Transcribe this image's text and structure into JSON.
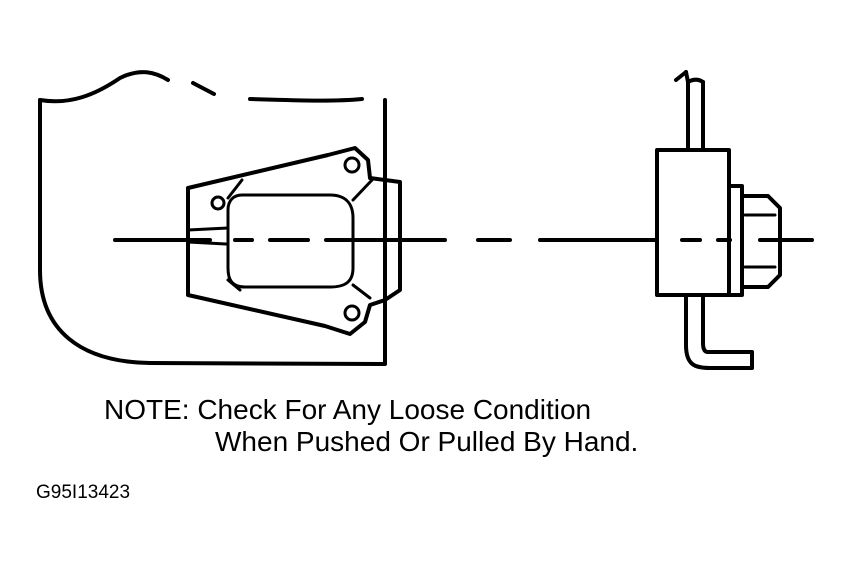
{
  "note": {
    "line1": "NOTE: Check For Any Loose Condition",
    "line2": "When Pushed Or Pulled By Hand."
  },
  "figure_code": "G95I13423"
}
